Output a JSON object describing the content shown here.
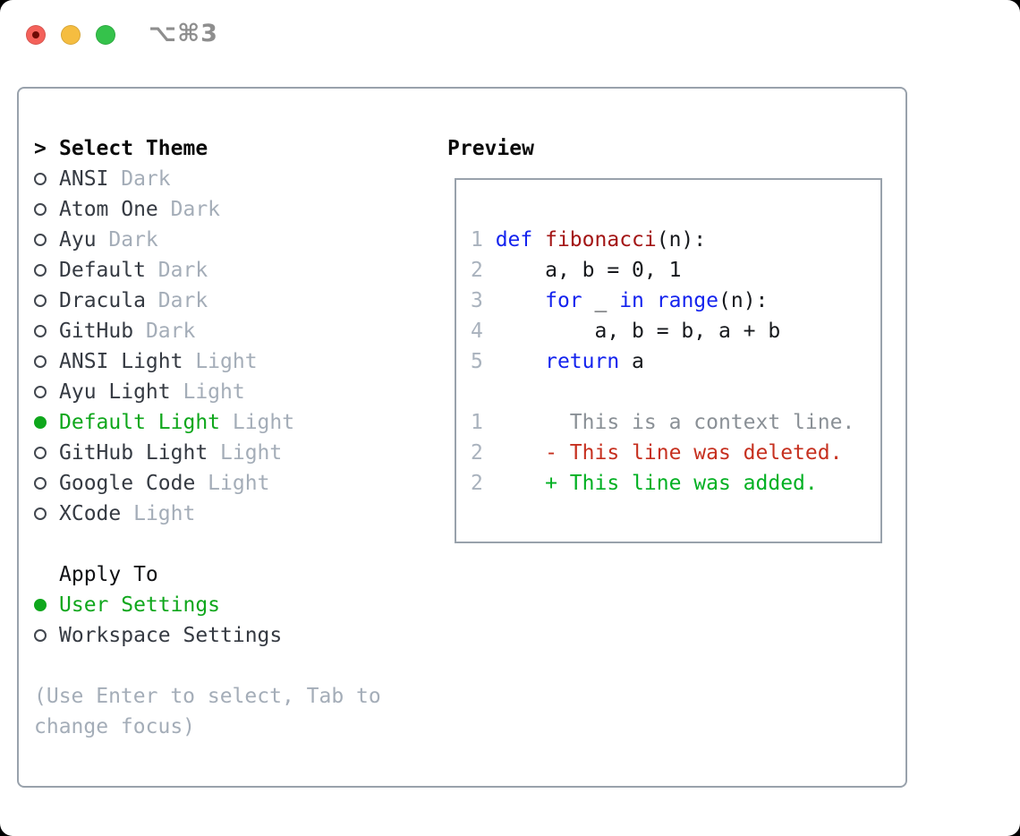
{
  "window": {
    "title": "⌥⌘3"
  },
  "theme_picker": {
    "prompt": ">",
    "title": "Select Theme",
    "themes": [
      {
        "name": "ANSI",
        "variant": "Dark",
        "selected": false
      },
      {
        "name": "Atom One",
        "variant": "Dark",
        "selected": false
      },
      {
        "name": "Ayu",
        "variant": "Dark",
        "selected": false
      },
      {
        "name": "Default",
        "variant": "Dark",
        "selected": false
      },
      {
        "name": "Dracula",
        "variant": "Dark",
        "selected": false
      },
      {
        "name": "GitHub",
        "variant": "Dark",
        "selected": false
      },
      {
        "name": "ANSI Light",
        "variant": "Light",
        "selected": false
      },
      {
        "name": "Ayu Light",
        "variant": "Light",
        "selected": false
      },
      {
        "name": "Default Light",
        "variant": "Light",
        "selected": true
      },
      {
        "name": "GitHub Light",
        "variant": "Light",
        "selected": false
      },
      {
        "name": "Google Code",
        "variant": "Light",
        "selected": false
      },
      {
        "name": "XCode",
        "variant": "Light",
        "selected": false
      }
    ],
    "apply_to": {
      "title": "Apply To",
      "options": [
        {
          "name": "User Settings",
          "selected": true
        },
        {
          "name": "Workspace Settings",
          "selected": false
        }
      ]
    },
    "hint": "(Use Enter to select, Tab to change focus)"
  },
  "preview": {
    "title": "Preview",
    "lines": [
      {
        "num": "1",
        "tokens": [
          {
            "text": "def",
            "style": "kw"
          },
          {
            "text": " ",
            "style": "plain"
          },
          {
            "text": "fibonacci",
            "style": "fn"
          },
          {
            "text": "(n):",
            "style": "plain"
          }
        ]
      },
      {
        "num": "2",
        "tokens": [
          {
            "text": "    a, b = 0, 1",
            "style": "plain"
          }
        ]
      },
      {
        "num": "3",
        "tokens": [
          {
            "text": "    ",
            "style": "plain"
          },
          {
            "text": "for",
            "style": "kw"
          },
          {
            "text": " _ ",
            "style": "plain"
          },
          {
            "text": "in",
            "style": "kw"
          },
          {
            "text": " ",
            "style": "plain"
          },
          {
            "text": "range",
            "style": "kw"
          },
          {
            "text": "(n):",
            "style": "plain"
          }
        ]
      },
      {
        "num": "4",
        "tokens": [
          {
            "text": "        a, b = b, a + b",
            "style": "plain"
          }
        ]
      },
      {
        "num": "5",
        "tokens": [
          {
            "text": "    ",
            "style": "plain"
          },
          {
            "text": "return",
            "style": "kw"
          },
          {
            "text": " a",
            "style": "plain"
          }
        ]
      },
      {
        "num": "",
        "tokens": []
      },
      {
        "num": "1",
        "tokens": [
          {
            "text": "      This is a context line.",
            "style": "ctx"
          }
        ]
      },
      {
        "num": "2",
        "tokens": [
          {
            "text": "    - This line was deleted.",
            "style": "del"
          }
        ]
      },
      {
        "num": "2",
        "tokens": [
          {
            "text": "    + This line was added.",
            "style": "add"
          }
        ]
      }
    ]
  },
  "colors": {
    "accent_green": "#0fa71c",
    "keyword_blue": "#1423ee",
    "function_red": "#a31515",
    "deleted_red": "#c6301f",
    "added_green": "#00b022",
    "context_gray": "#8a9096",
    "muted_gray": "#a4adb8",
    "line_number_gray": "#a9b2bd",
    "text_dark": "#353a42",
    "heading_black": "#0b0b0b",
    "border_gray": "#99a2ac",
    "titlebar_gray": "#8e8e8e",
    "traffic_red": "#f4615a",
    "traffic_yellow": "#f5bd40",
    "traffic_green": "#35c24b"
  }
}
